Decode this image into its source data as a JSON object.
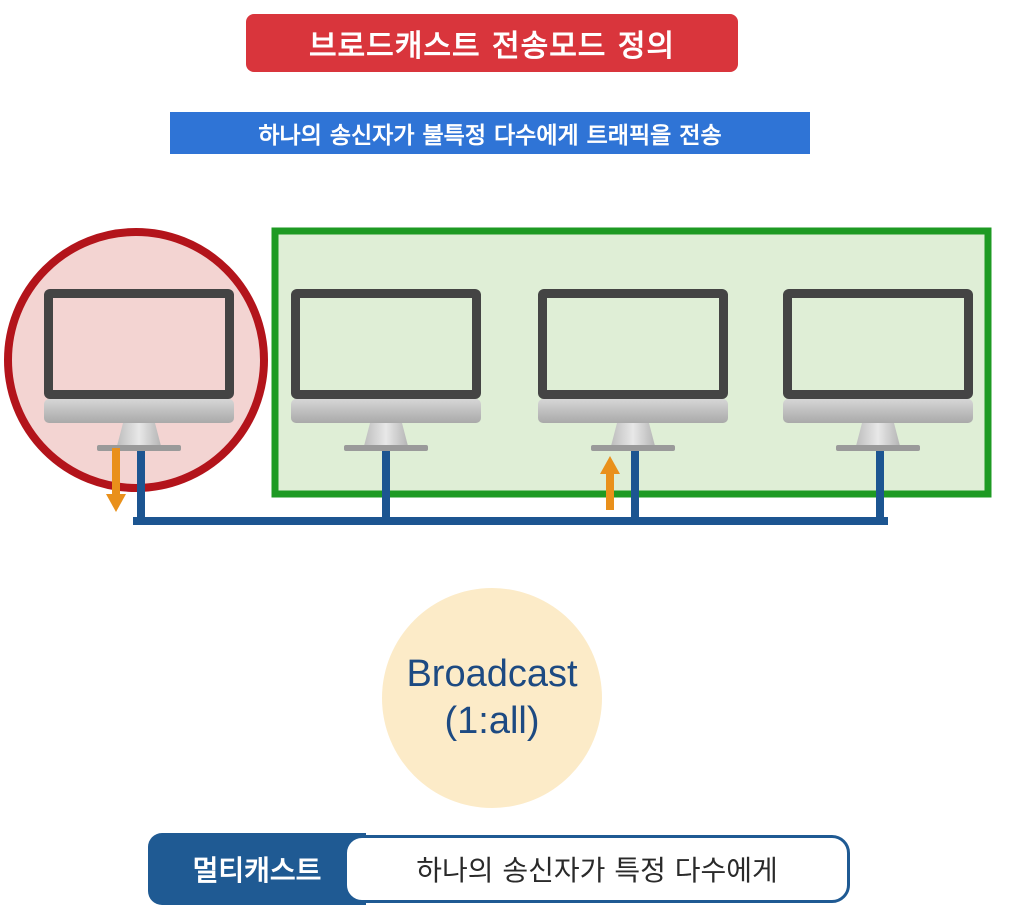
{
  "title": "브로드캐스트 전송모드 정의",
  "subtitle": "하나의 송신자가 불특정 다수에게 트래픽을 전송",
  "center_label": {
    "line1": "Broadcast",
    "line2": "(1:all)"
  },
  "footer": {
    "label": "멀티캐스트",
    "description": "하나의 송신자가 특정 다수에게"
  },
  "colors": {
    "title_bg": "#d9353c",
    "subtitle_bg": "#2f74d6",
    "sender_ring": "#b3141b",
    "sender_fill": "#f3d4d2",
    "receiver_box": "#1e9a23",
    "receiver_fill": "#dfeed6",
    "network_line": "#1c5591",
    "arrow": "#e9901b",
    "center_circle": "#fcebc8"
  },
  "diagram": {
    "sender_count": 1,
    "receiver_count": 3,
    "arrow_icons": [
      "down-arrow-icon",
      "up-arrow-icon"
    ]
  }
}
